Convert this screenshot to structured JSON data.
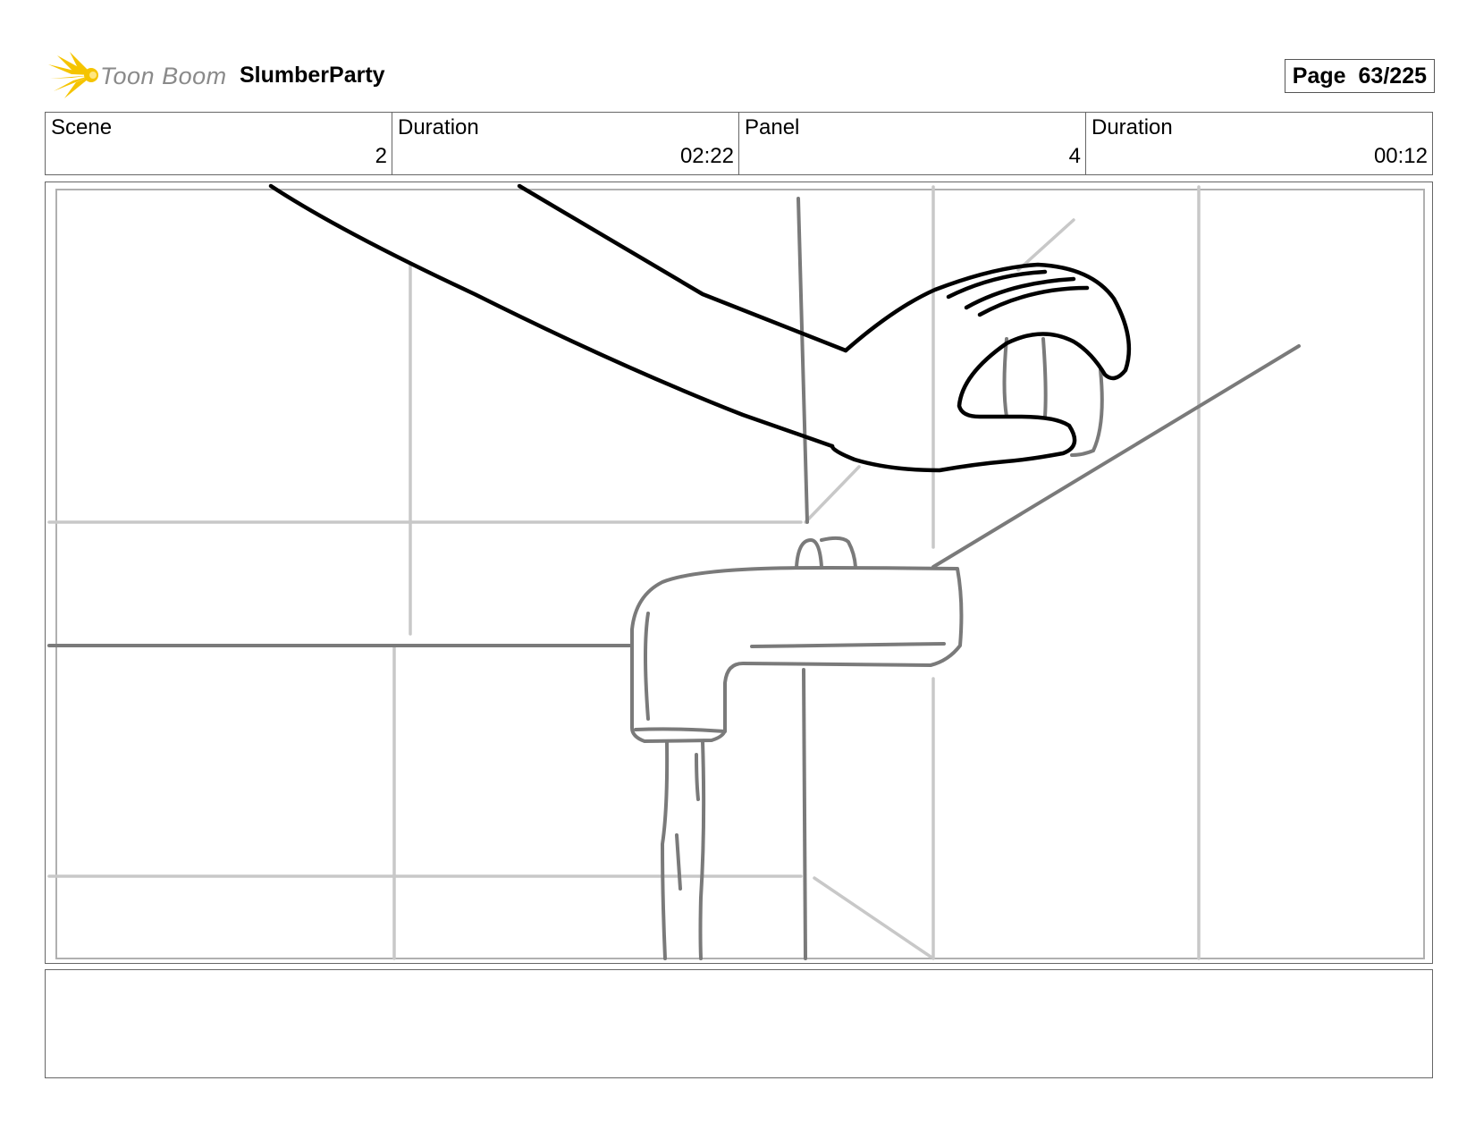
{
  "header": {
    "logo_text": "Toon Boom",
    "logo_icon": "sunburst-logo-icon",
    "project": "SlumberParty",
    "page_label": "Page",
    "page_value": "63/225"
  },
  "info": {
    "scene_label": "Scene",
    "scene_value": "2",
    "scene_duration_label": "Duration",
    "scene_duration_value": "02:22",
    "panel_label": "Panel",
    "panel_value": "4",
    "panel_duration_label": "Duration",
    "panel_duration_value": "00:12"
  },
  "colors": {
    "logo_yellow": "#f5c400",
    "logo_gray": "#8a8a8a",
    "sketch_black": "#000000",
    "sketch_gray": "#7a7a7a",
    "sketch_light": "#c8c8c8"
  }
}
